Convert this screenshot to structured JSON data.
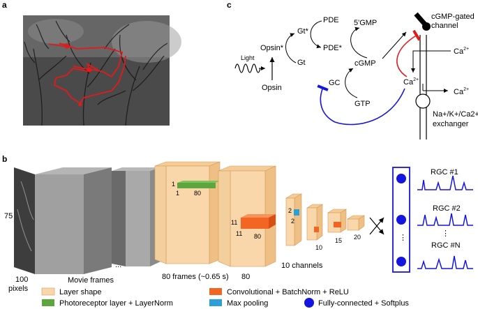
{
  "panels": {
    "a": "a",
    "b": "b",
    "c": "c"
  },
  "cascade": {
    "light": "Light",
    "opsin": "Opsin",
    "opsin_star": "Opsin*",
    "gt_star": "Gt*",
    "gt": "Gt",
    "pde": "PDE",
    "pde_star": "PDE*",
    "gmp5": "5'GMP",
    "cgmp": "cGMP",
    "gc": "GC",
    "gtp": "GTP",
    "channel_label_1": "cGMP-gated",
    "channel_label_2": "channel",
    "ca2_in": "Ca2+",
    "ca2_mid": "Ca2+",
    "ca2_out": "Ca2+",
    "exchanger_1": "Na+/K+/Ca2+",
    "exchanger_2": "exchanger"
  },
  "network": {
    "dim_75": "75",
    "dim_100": "100",
    "dim_pixels": "pixels",
    "movie_frames": "Movie frames",
    "ellipsis": "...",
    "frames_80": "80 frames (~0.65 s)",
    "label_80": "80",
    "photo_dims": [
      "1",
      "1",
      "80"
    ],
    "conv_dims": [
      "11",
      "11",
      "80"
    ],
    "pool_dims": [
      "2",
      "2"
    ],
    "ten_channels": "10 channels",
    "label_10": "10",
    "label_15": "15",
    "label_20": "20",
    "rgc1": "RGC #1",
    "rgc2": "RGC #2",
    "rgc_dots": "⋮",
    "rgcn": "RGC #N"
  },
  "legend": [
    {
      "label": "Layer shape",
      "color": "#f9d7ab"
    },
    {
      "label": "Photoreceptor layer + LayerNorm",
      "color": "#5da63e"
    },
    {
      "label": "Convolutional + BatchNorm + ReLU",
      "color": "#f26522"
    },
    {
      "label": "Max pooling",
      "color": "#2b9fd8"
    },
    {
      "label": "Fully-connected + Softplus",
      "color": "#1515e0"
    }
  ],
  "colors": {
    "cone": "#f9d7ab",
    "conv": "#f26522",
    "photo": "#5da63e",
    "pool": "#2b9fd8",
    "fc": "#1515e0",
    "trace": "#e31a1c"
  }
}
